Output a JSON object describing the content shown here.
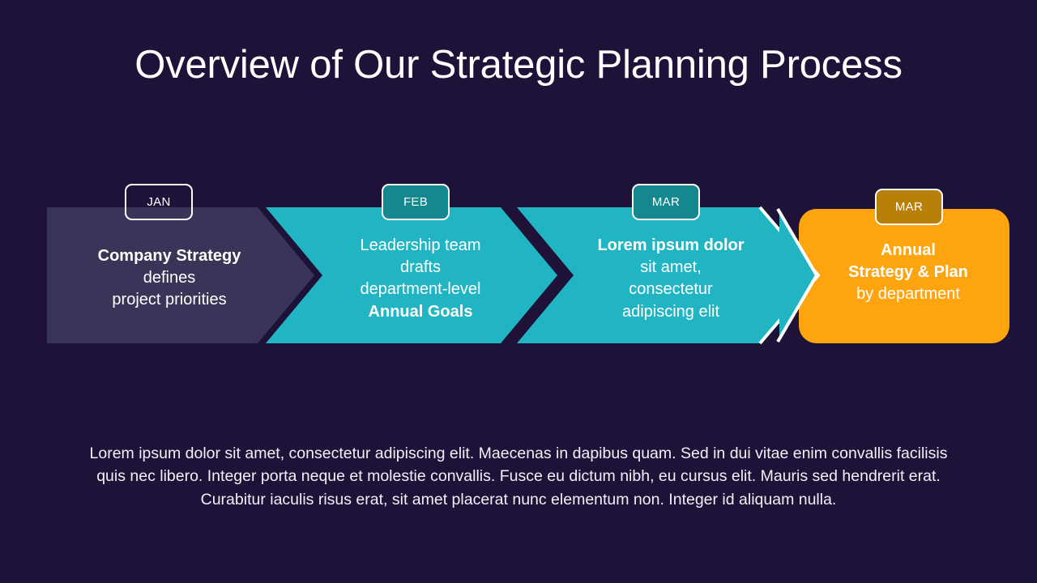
{
  "slide": {
    "title": "Overview of Our Strategic Planning Process",
    "background_color": "#1e1238",
    "footer_paragraph": "Lorem ipsum dolor sit amet, consectetur adipiscing elit. Maecenas in dapibus quam. Sed in dui vitae enim convallis facilisis quis nec libero. Integer porta neque et molestie convallis. Fusce eu dictum nibh, eu cursus elit. Mauris sed hendrerit erat.  Curabitur iaculis risus erat, sit amet placerat nunc elementum non. Integer id aliquam nulla."
  },
  "process": {
    "steps": [
      {
        "badge": "JAN",
        "shape": "chevron",
        "fill_color": "#393458",
        "badge_fill": "transparent",
        "badge_border": "#ffffff",
        "lines": [
          {
            "text": "Company Strategy",
            "bold": true
          },
          {
            "text": "defines",
            "bold": false
          },
          {
            "text": "project priorities",
            "bold": false
          }
        ]
      },
      {
        "badge": "FEB",
        "shape": "chevron",
        "fill_color": "#21b5c3",
        "badge_fill": "#15878e",
        "badge_border": "#ffffff",
        "lines": [
          {
            "text": "Leadership team",
            "bold": false
          },
          {
            "text": "drafts",
            "bold": false
          },
          {
            "text": "department-level",
            "bold": false
          },
          {
            "text": "Annual Goals",
            "bold": true
          }
        ]
      },
      {
        "badge": "MAR",
        "shape": "chevron",
        "fill_color": "#21b5c3",
        "badge_fill": "#15878e",
        "badge_border": "#ffffff",
        "lines": [
          {
            "text": "Lorem ipsum dolor",
            "bold": true
          },
          {
            "text": "sit amet,",
            "bold": false
          },
          {
            "text": "consectetur",
            "bold": false
          },
          {
            "text": "adipiscing elit",
            "bold": false
          }
        ]
      },
      {
        "badge": "MAR",
        "shape": "rounded-rectangle",
        "fill_color": "#fda40f",
        "badge_fill": "#b98009",
        "badge_border": "#ffffff",
        "lines": [
          {
            "text": "Annual",
            "bold": true
          },
          {
            "text": "Strategy & Plan",
            "bold": true
          },
          {
            "text": "by department",
            "bold": false
          }
        ]
      }
    ]
  }
}
